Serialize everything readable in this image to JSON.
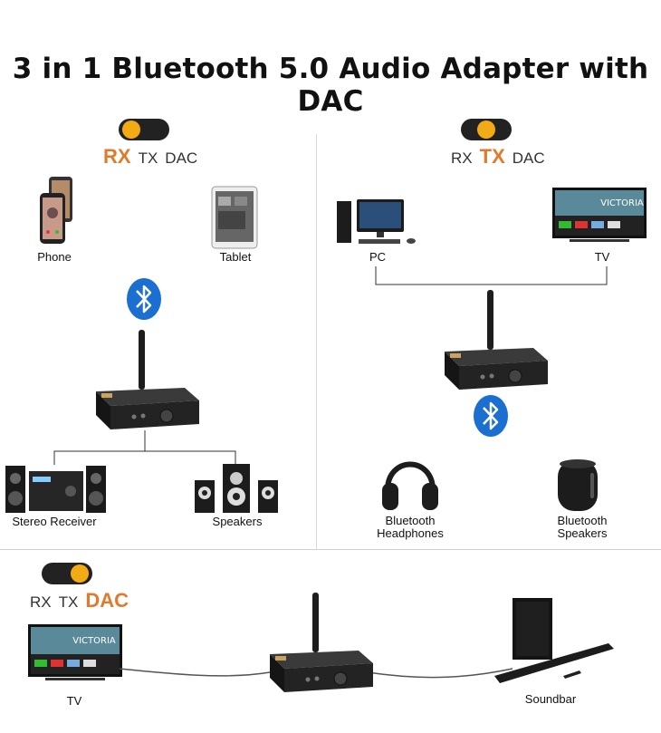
{
  "title": "3 in 1 Bluetooth 5.0 Audio Adapter with DAC",
  "panels": {
    "rx": {
      "modes": [
        "RX",
        "TX",
        "DAC"
      ],
      "active_mode": "RX",
      "sources": [
        "Phone",
        "Tablet"
      ],
      "outputs": [
        "Stereo Receiver",
        "Speakers"
      ]
    },
    "tx": {
      "modes": [
        "RX",
        "TX",
        "DAC"
      ],
      "active_mode": "TX",
      "sources": [
        "PC",
        "TV"
      ],
      "outputs": [
        "Bluetooth Headphones",
        "Bluetooth Speakers"
      ]
    },
    "dac": {
      "modes": [
        "RX",
        "TX",
        "DAC"
      ],
      "active_mode": "DAC",
      "source": "TV",
      "output": "Soundbar"
    }
  },
  "tv_screen_text": "VICTORIA",
  "colors": {
    "accent": "#e07a2c",
    "toggle_knob": "#f2ab15",
    "bluetooth": "#1a6fd1"
  },
  "icons": [
    "bluetooth-icon",
    "phone-icon",
    "tablet-icon",
    "pc-icon",
    "tv-icon",
    "adapter-icon",
    "stereo-icon",
    "speakers-icon",
    "headphones-icon",
    "bt-speaker-icon",
    "soundbar-icon"
  ]
}
